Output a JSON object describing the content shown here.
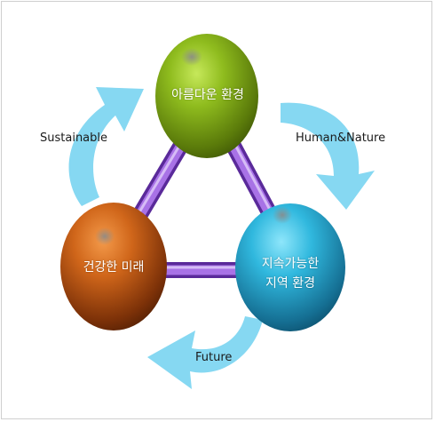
{
  "nodes": {
    "top": {
      "label": "아름다운 환경"
    },
    "left": {
      "label": "건강한 미래"
    },
    "right": {
      "line1": "지속가능한",
      "line2": "지역 환경"
    }
  },
  "arrows": {
    "upper_left": "Sustainable",
    "upper_right": "Human&Nature",
    "bottom": "Future"
  },
  "colors": {
    "arrow": "#86d8f2",
    "connector": "#9b5fd6",
    "node_top": "#7ea81a",
    "node_left": "#c85a12",
    "node_right": "#2ab0d8"
  }
}
